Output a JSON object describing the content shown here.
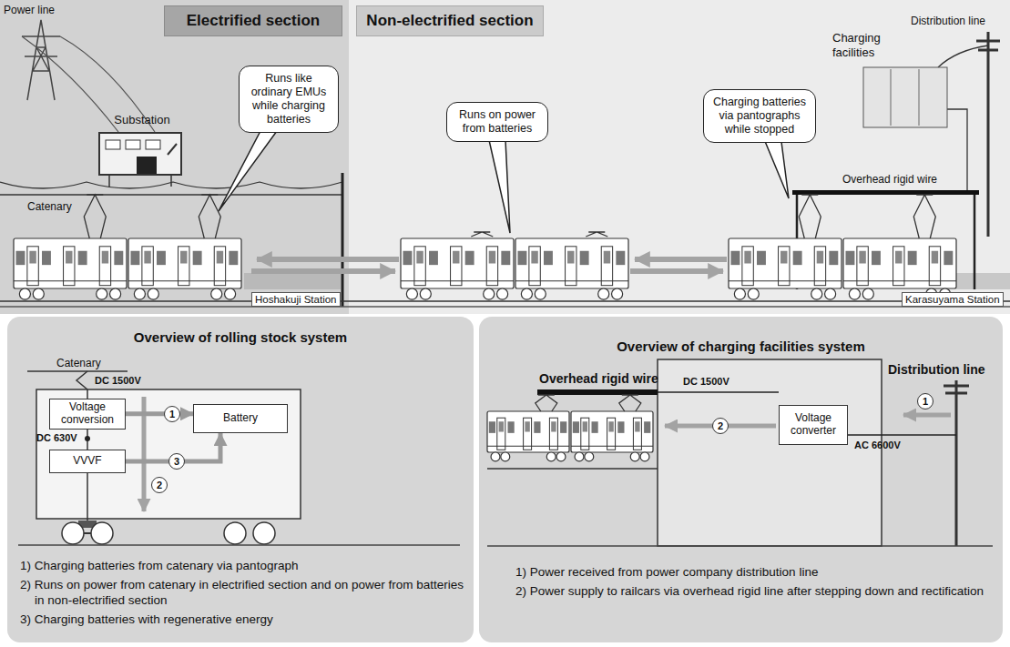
{
  "diagram": {
    "nodes": [
      {
        "text": [
          "Electrified section"
        ]
      },
      {
        "text": [
          "Substation"
        ],
        "in": 0
      },
      {
        "text": [
          "Runs like ordinary EMUs while charging batteries"
        ],
        "in": 0
      },
      {
        "text": [
          "Non-electrified section"
        ]
      },
      {
        "text": [
          "Runs on power from batteries"
        ],
        "in": 3
      },
      {
        "text": [
          "Charging facilities"
        ],
        "in": 3
      },
      {
        "text": [
          "Charging batteries via pantographs while stopped"
        ],
        "in": 3
      },
      {
        "text": [
          "Overview of rolling stock system",
          "1) Charging batteries from catenary via pantograph",
          "2) Runs on power from catenary in electrified section and on power from batteries in non-electrified section",
          "3) Charging batteries with regenerative energy"
        ]
      },
      {
        "text": [
          "Voltage conversion"
        ],
        "in": 7
      },
      {
        "text": [
          "VVVF"
        ],
        "in": 7
      },
      {
        "text": [
          "Battery"
        ],
        "in": 7
      },
      {
        "text": [
          "Overview of charging facilities system",
          "1) Power received from power company distribution line",
          "2) Power supply to railcars via overhead rigid line after stepping down and rectification"
        ]
      },
      {
        "text": [
          "Voltage converter"
        ],
        "in": 11
      }
    ],
    "edges": [
      {
        "from": 8,
        "to": 10,
        "arrow": "to",
        "label": "1"
      },
      {
        "from": 9,
        "to": 10,
        "arrow": "to",
        "label": "3"
      }
    ],
    "labels": [
      "Power line",
      "Catenary",
      "Hoshakuji Station",
      "Distribution line",
      "Overhead rigid wire",
      "Karasuyama Station",
      "Catenary",
      "DC 1500V",
      "DC 630V",
      "2",
      "Overhead rigid wire",
      "DC 1500V",
      "Distribution line",
      "1",
      "AC 6600V",
      "2"
    ]
  }
}
